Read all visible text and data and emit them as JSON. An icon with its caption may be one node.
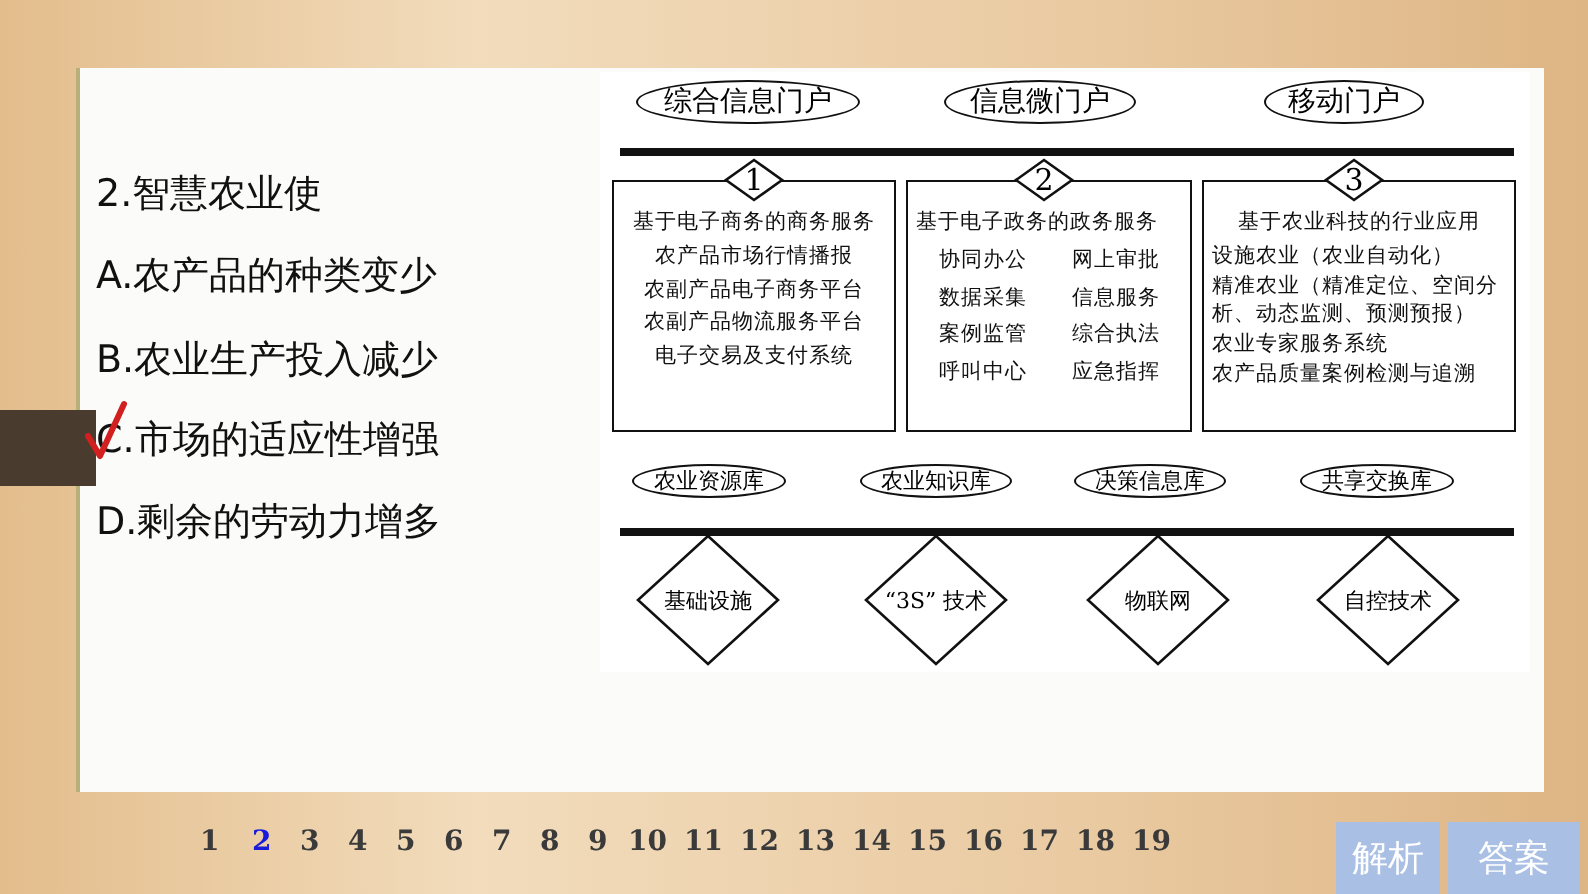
{
  "diagram": {
    "nodes": [
      {
        "text": [
          "综合信息门户"
        ]
      },
      {
        "text": [
          "信息微门户"
        ]
      },
      {
        "text": [
          "移动门户"
        ]
      },
      {
        "text": [
          "1"
        ]
      },
      {
        "text": [
          "基于电子商务的商务服务",
          "农产品市场行情播报",
          "农副产品电子商务平台",
          "农副产品物流服务平台",
          "电子交易及支付系统"
        ]
      },
      {
        "text": [
          "2"
        ]
      },
      {
        "text": [
          "基于电子政务的政务服务",
          "协同办公",
          "网上审批",
          "数据采集",
          "信息服务",
          "案例监管",
          "综合执法",
          "呼叫中心",
          "应急指挥"
        ]
      },
      {
        "text": [
          "3"
        ]
      },
      {
        "text": [
          "基于农业科技的行业应用",
          "设施农业（农业自动化）",
          "精准农业（精准定位、空间分析、动态监测、预测预报）",
          "农业专家服务系统",
          "农产品质量案例检测与追溯"
        ]
      },
      {
        "text": [
          "农业资源库"
        ]
      },
      {
        "text": [
          "农业知识库"
        ]
      },
      {
        "text": [
          "决策信息库"
        ]
      },
      {
        "text": [
          "共享交换库"
        ]
      },
      {
        "text": [
          "基础设施"
        ]
      },
      {
        "text": [
          "“3S” 技术"
        ]
      },
      {
        "text": [
          "物联网"
        ]
      },
      {
        "text": [
          "自控技术"
        ]
      }
    ],
    "labels": [
      "2.智慧农业使",
      "A.农产品的种类变少",
      "B.农业生产投入减少",
      "C.市场的适应性增强",
      "D.剩余的劳动力增多",
      "1",
      "2",
      "3",
      "4",
      "5",
      "6",
      "7",
      "8",
      "9",
      "10",
      "11",
      "12",
      "13",
      "14",
      "15",
      "16",
      "17",
      "18",
      "19",
      "解析",
      "答案"
    ]
  }
}
